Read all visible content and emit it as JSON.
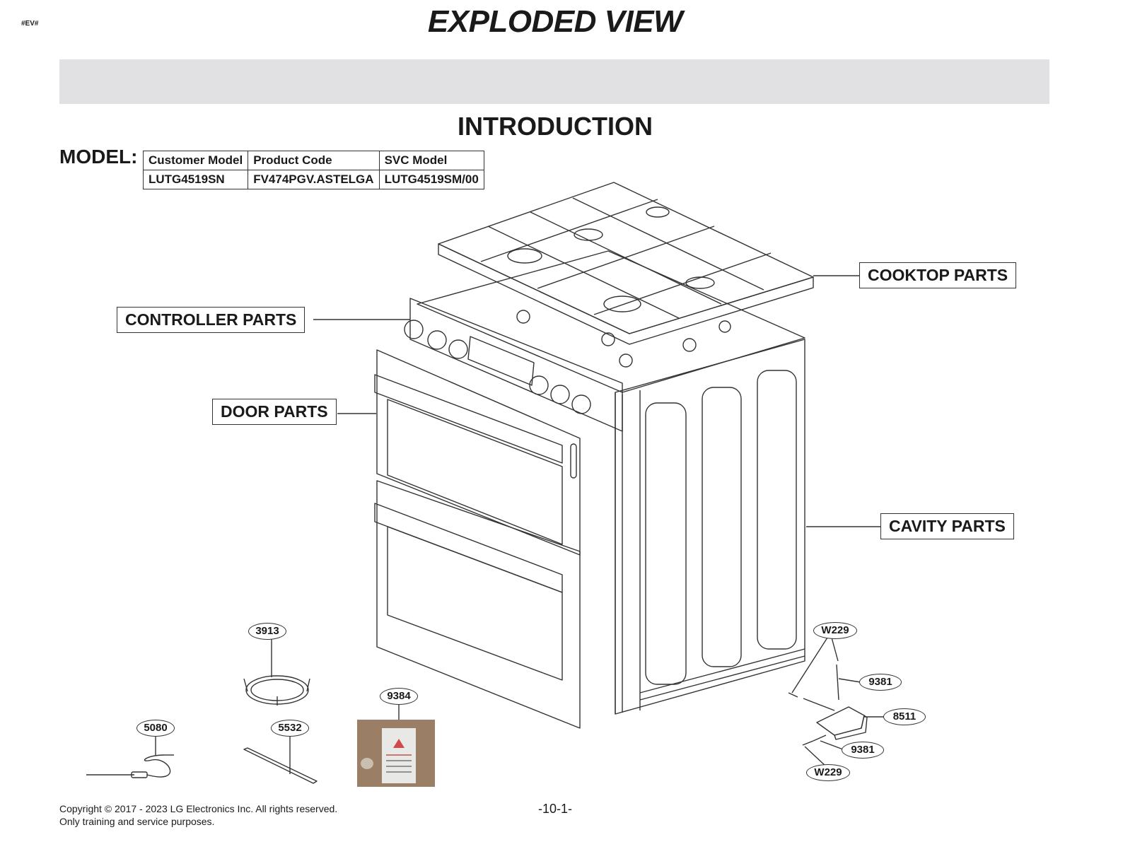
{
  "header": {
    "tag": "#EV#",
    "title": "EXPLODED VIEW",
    "subtitle": "INTRODUCTION"
  },
  "model": {
    "label": "MODEL:",
    "headers": [
      "Customer Model",
      "Product Code",
      "SVC Model"
    ],
    "values": [
      "LUTG4519SN",
      "FV474PGV.ASTELGA",
      "LUTG4519SM/00"
    ]
  },
  "callouts": {
    "cooktop": "COOKTOP PARTS",
    "controller": "CONTROLLER  PARTS",
    "door": "DOOR PARTS",
    "cavity": "CAVITY PARTS"
  },
  "parts": {
    "p3913": "3913",
    "p9384": "9384",
    "p5080": "5080",
    "p5532": "5532",
    "w229_top": "W229",
    "p9381_top": "9381",
    "p8511": "8511",
    "p9381_bottom": "9381",
    "w229_bottom": "W229"
  },
  "footer": {
    "copyright": "Copyright © 2017 - 2023 LG Electronics Inc. All rights reserved.",
    "notice": "Only training and service purposes.",
    "page": "-10-1-"
  }
}
